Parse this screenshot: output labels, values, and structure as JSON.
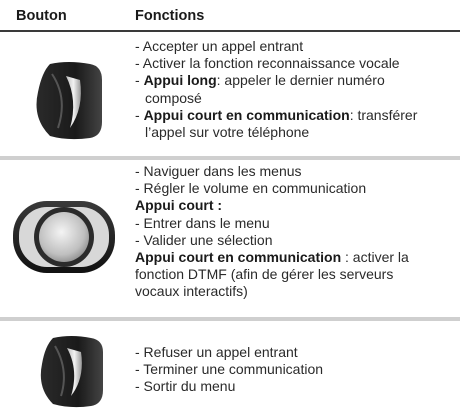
{
  "header": {
    "col_button": "Bouton",
    "col_functions": "Fonctions"
  },
  "rows": [
    {
      "icon": "side-button-icon",
      "lines": [
        {
          "text": "- Accepter un appel entrant"
        },
        {
          "text": "- Activer la fonction reconnaissance vocale"
        },
        {
          "prefix": "- ",
          "bold": "Appui long",
          "rest": ": appeler le dernier numéro"
        },
        {
          "text": "composé",
          "indent": true
        },
        {
          "prefix": "- ",
          "bold": "Appui court en communication",
          "rest": ": transférer"
        },
        {
          "text": "l’appel sur votre téléphone",
          "indent": true
        }
      ]
    },
    {
      "icon": "round-button-icon",
      "lines": [
        {
          "text": "- Naviguer dans les menus"
        },
        {
          "text": "- Régler le volume en communication"
        },
        {
          "bold": "Appui court :"
        },
        {
          "text": "- Entrer dans le menu"
        },
        {
          "text": "- Valider une sélection"
        },
        {
          "bold": "Appui court en communication",
          "rest": " : activer la"
        },
        {
          "text": "fonction DTMF (afin de gérer les serveurs"
        },
        {
          "text": "vocaux interactifs)"
        }
      ]
    },
    {
      "icon": "side-button-icon",
      "lines": [
        {
          "text": "- Refuser un appel entrant"
        },
        {
          "text": "- Terminer une communication"
        },
        {
          "text": "- Sortir du menu"
        }
      ]
    }
  ]
}
